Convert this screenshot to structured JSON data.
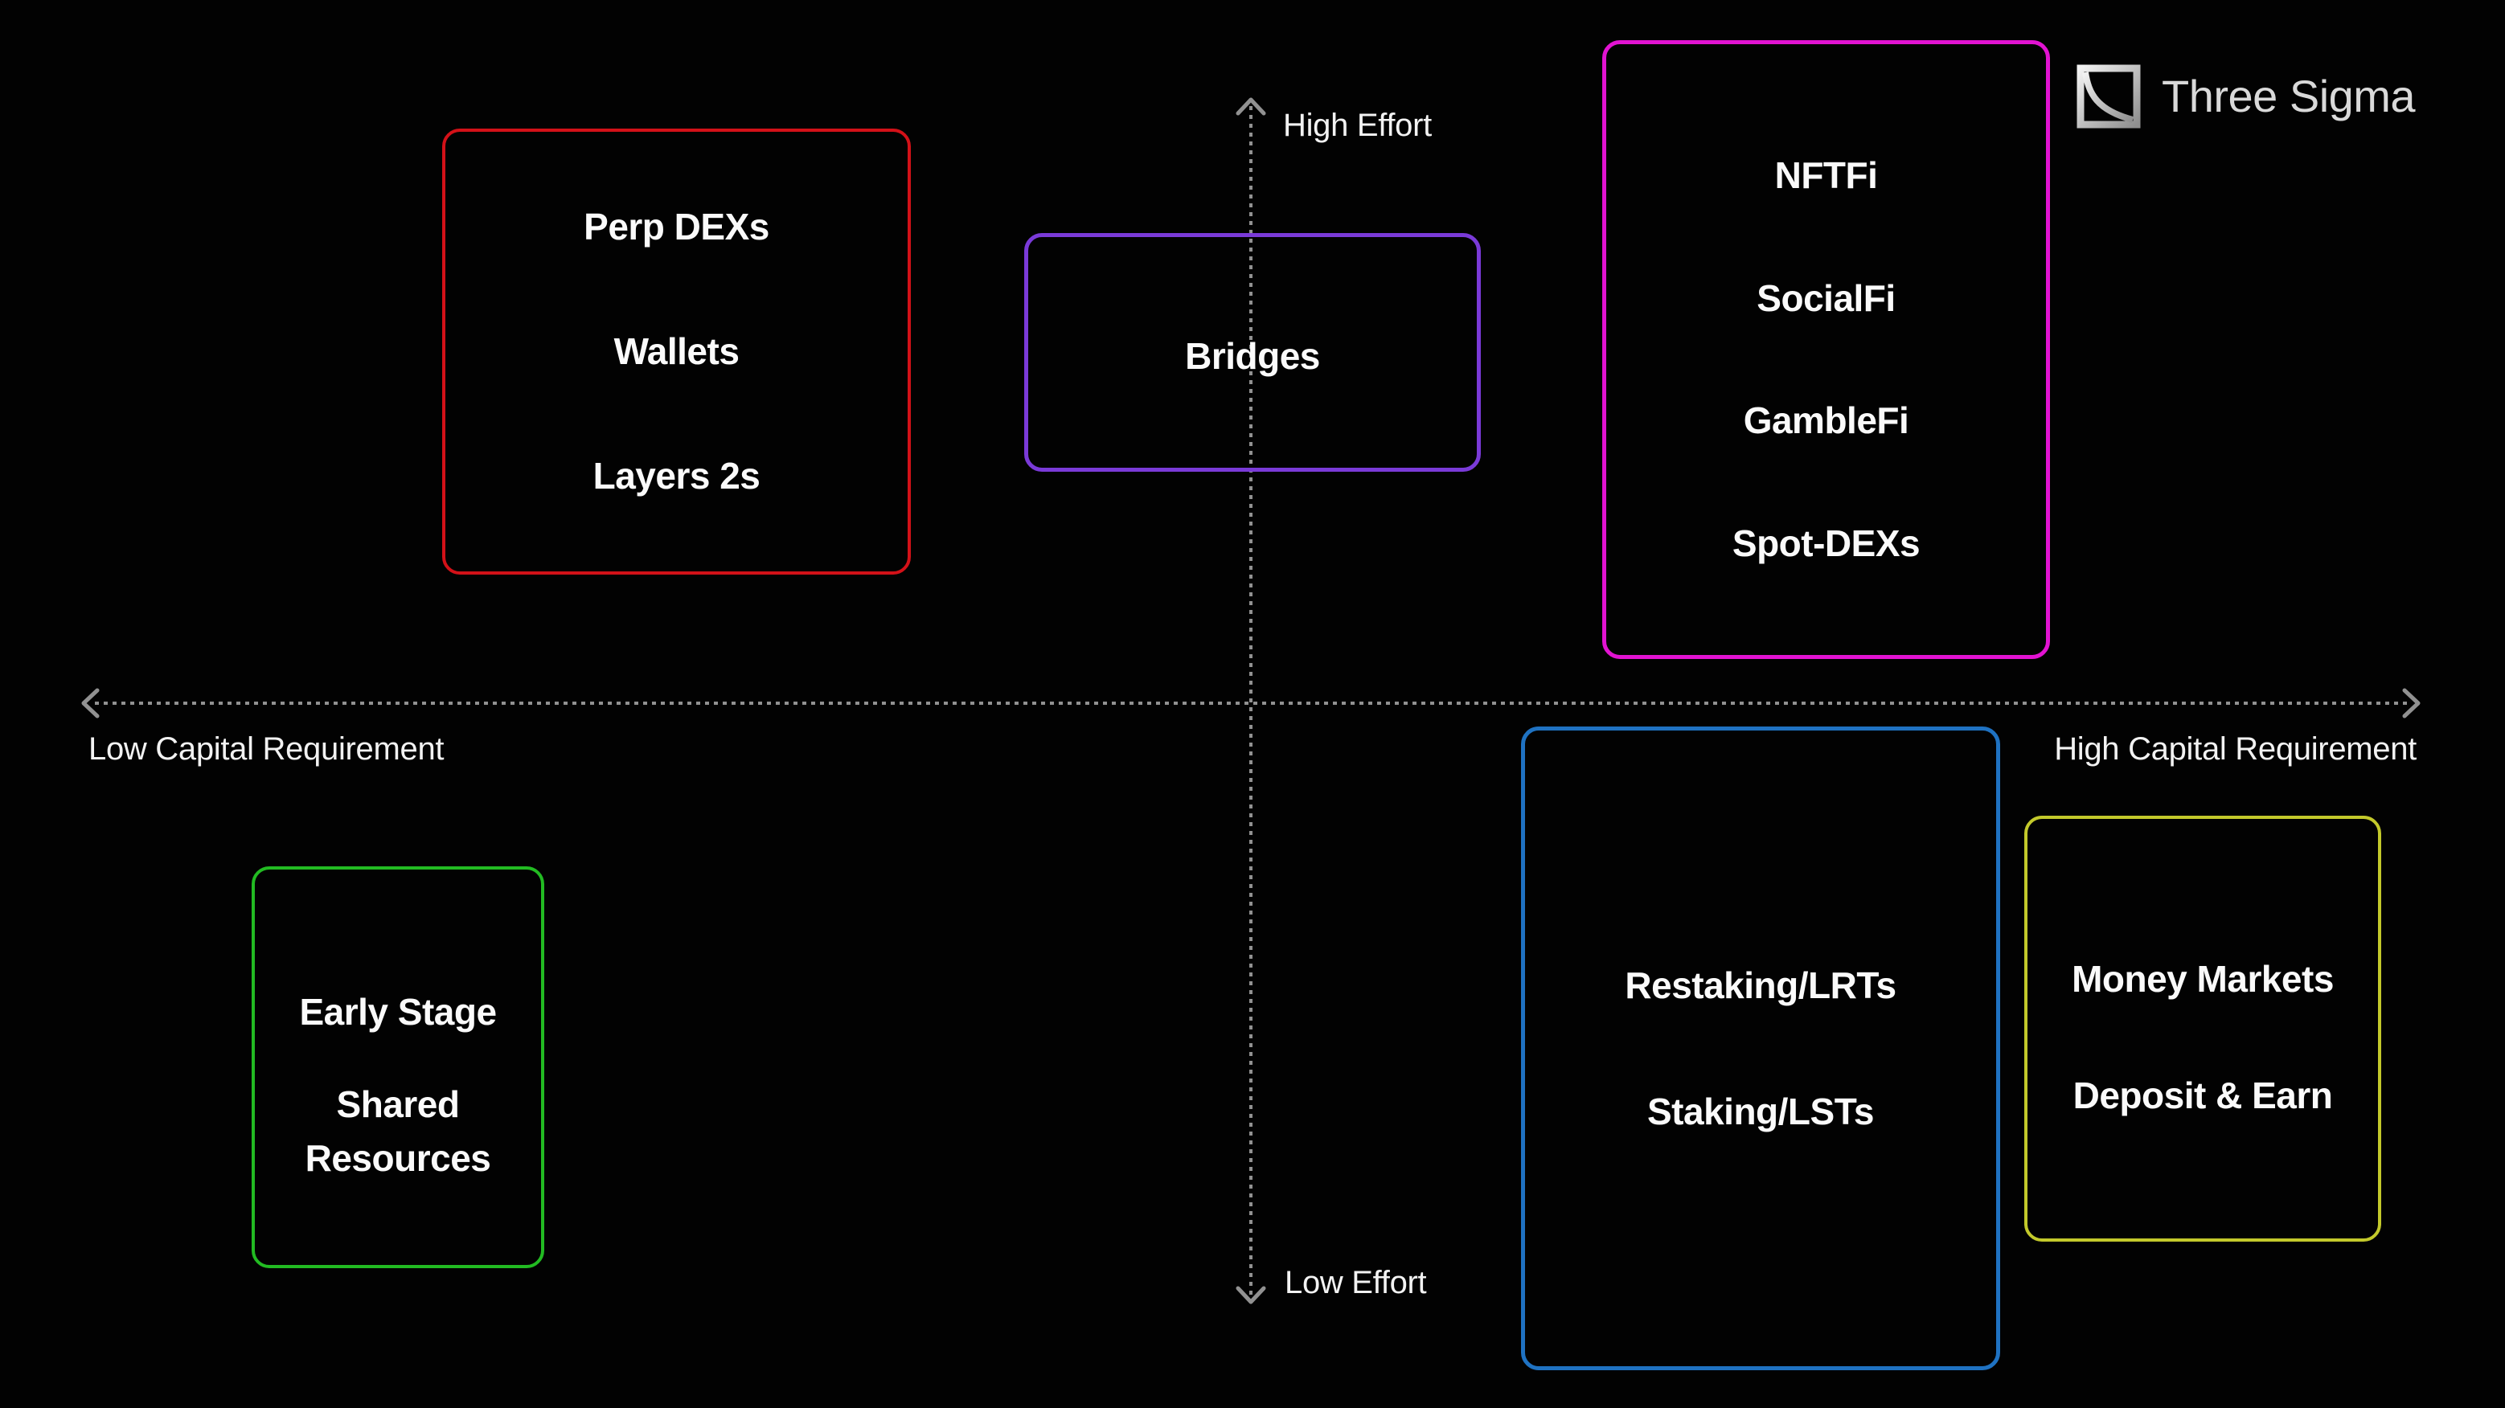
{
  "background_color": "#020202",
  "logo": {
    "text": "Three Sigma",
    "icon": "square-decay-curve"
  },
  "axes": {
    "line_color": "#919191",
    "vertical": {
      "top_label": "High Effort",
      "bottom_label": "Low Effort"
    },
    "horizontal": {
      "left_label": "Low Capital Requirement",
      "right_label": "High Capital Requirement"
    }
  },
  "boxes": [
    {
      "position": "high-effort-low-capital",
      "color": "#d31118",
      "items": [
        "Perp DEXs",
        "Wallets",
        "Layers 2s"
      ]
    },
    {
      "position": "high-effort-center",
      "color": "#7a3ad8",
      "items": [
        "Bridges"
      ]
    },
    {
      "position": "high-effort-high-capital",
      "color": "#e213d2",
      "items": [
        "NFTFi",
        "SocialFi",
        "GambleFi",
        "Spot-DEXs"
      ]
    },
    {
      "position": "low-effort-low-capital",
      "color": "#22bb22",
      "items": [
        "Early Stage",
        "Shared Resources"
      ]
    },
    {
      "position": "low-effort-high-capital",
      "color": "#1f72c2",
      "items": [
        "Restaking/LRTs",
        "Staking/LSTs"
      ]
    },
    {
      "position": "low-effort-far-capital",
      "color": "#c3c92b",
      "items": [
        "Money Markets",
        "Deposit & Earn"
      ]
    }
  ]
}
